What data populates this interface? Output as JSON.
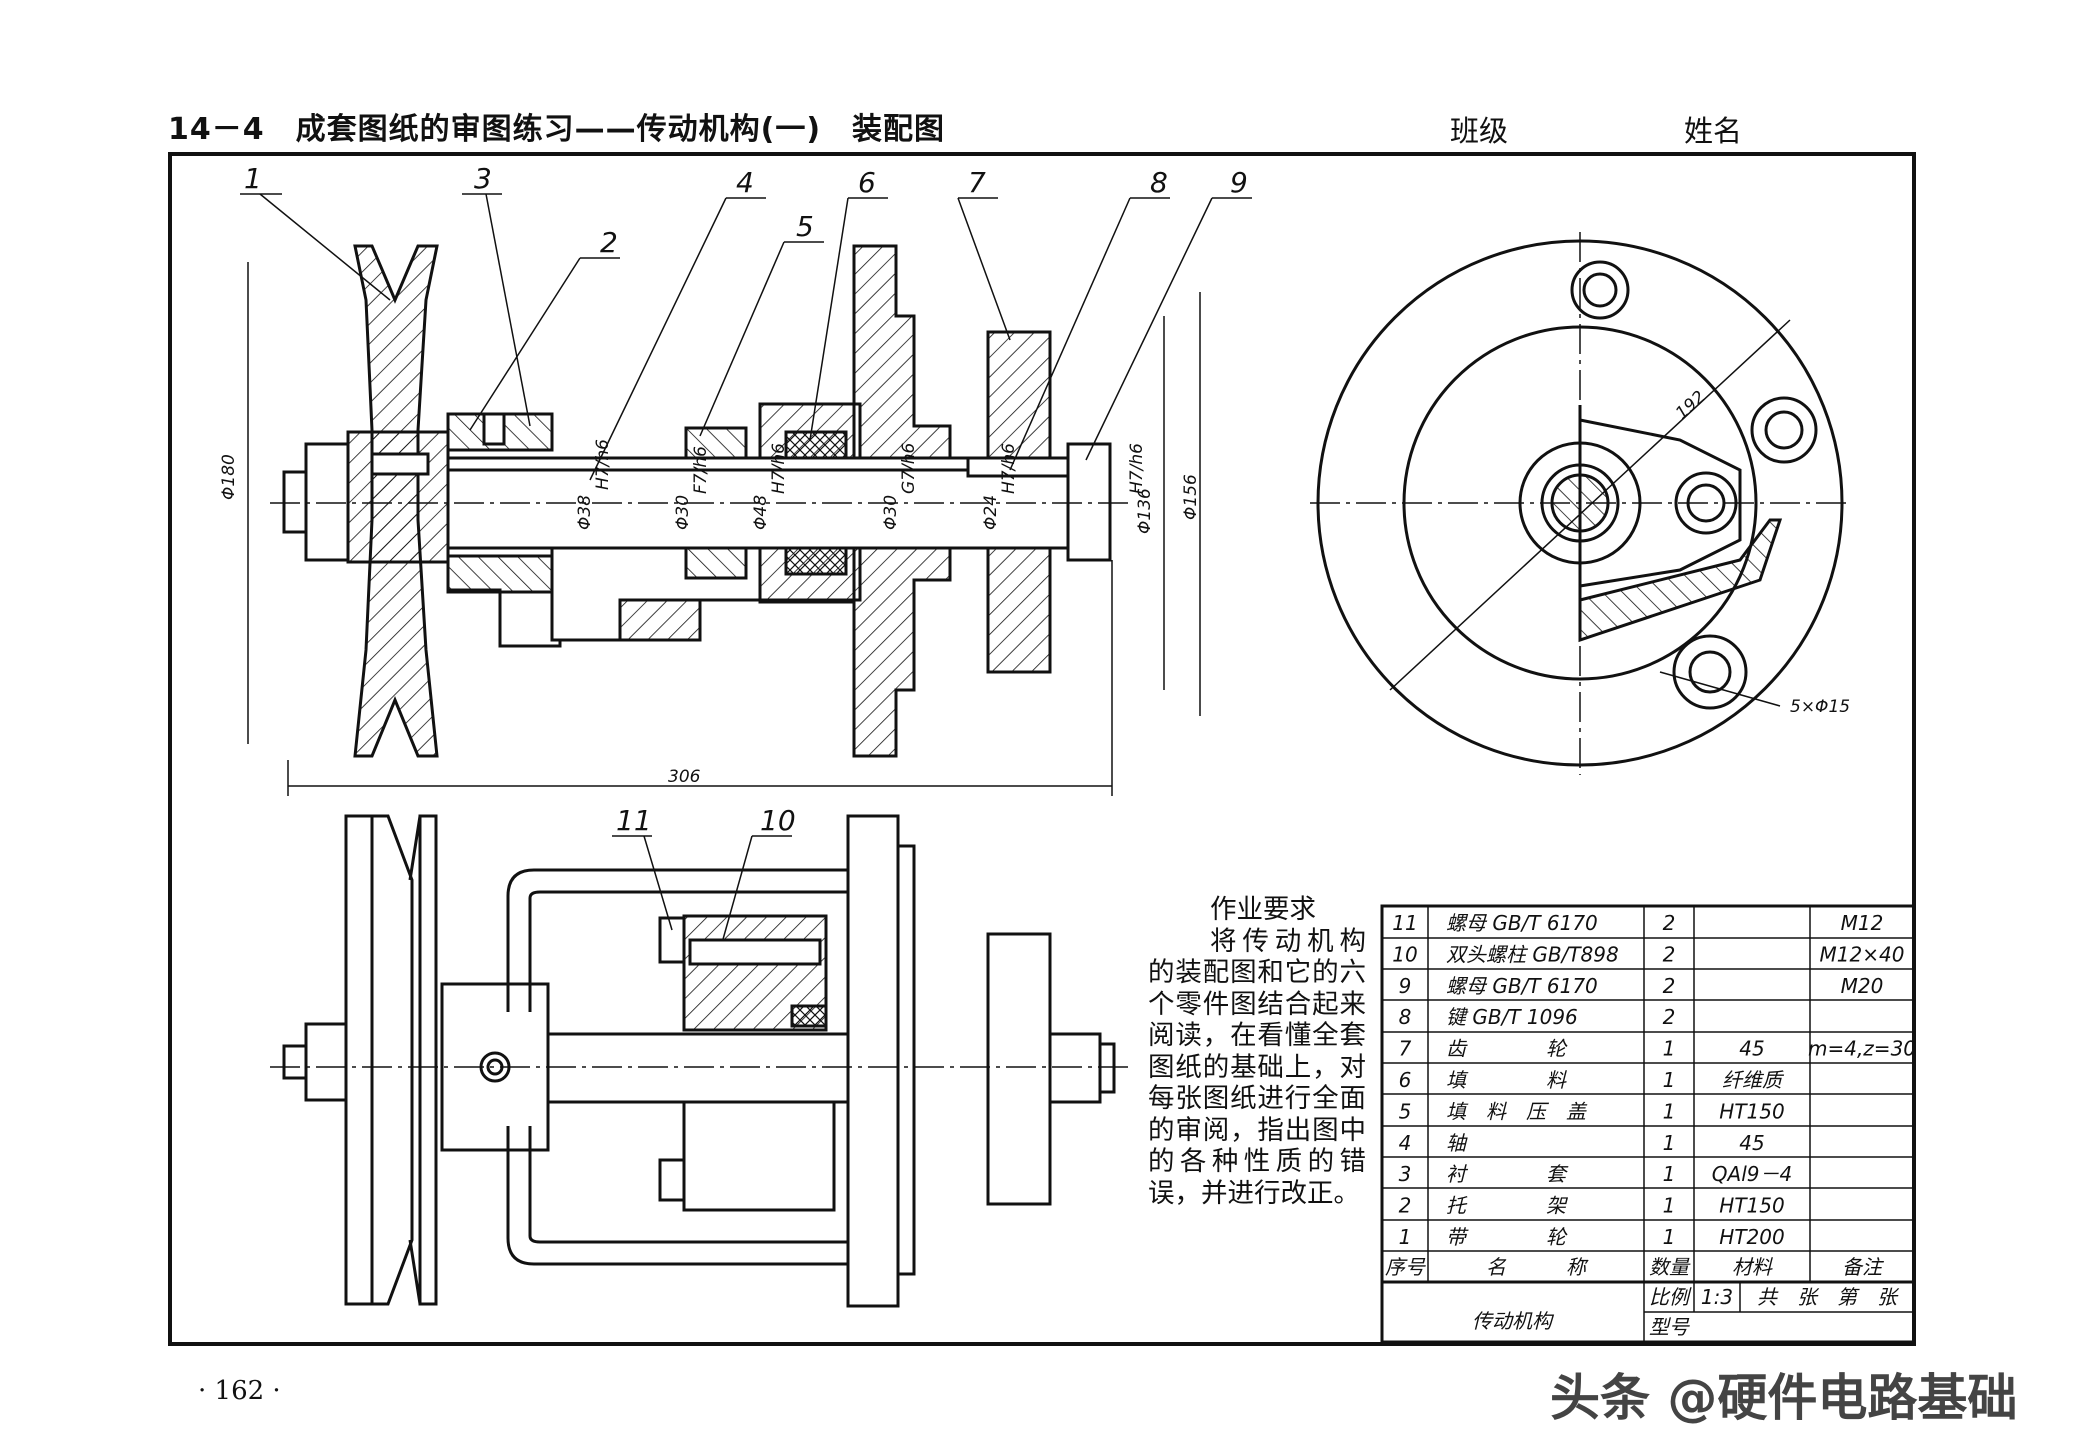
{
  "header": {
    "title": "14－4　成套图纸的审图练习——传动机构(一)　装配图",
    "class_label": "班级",
    "name_label": "姓名"
  },
  "leaders": [
    "1",
    "2",
    "3",
    "4",
    "5",
    "6",
    "7",
    "8",
    "9",
    "10",
    "11"
  ],
  "dims": {
    "d180": "Φ180",
    "d38": "Φ38",
    "d38_fit": "H7/h6",
    "d30_a": "Φ30",
    "d30_a_fit": "F7/h6",
    "d48": "Φ48",
    "d48_fit": "H7/h6",
    "d30_b": "Φ30",
    "d30_b_fit": "G7/h6",
    "d24": "Φ24",
    "d24_fit": "H7/h6",
    "d136": "Φ136",
    "d136_fit": "H7/h6",
    "d156": "Φ156",
    "len306": "306",
    "r192": "192",
    "holes": "5×Φ15"
  },
  "requirement": {
    "title": "作业要求",
    "body": "将传动机构的装配图和它的六个零件图结合起来阅读，在看懂全套图纸的基础上，对每张图纸进行全面的审阅，指出图中的各种性质的错误，并进行改正。"
  },
  "bom": {
    "rows": [
      {
        "no": "11",
        "name": "螺母 GB/T 6170",
        "qty": "2",
        "material": "",
        "note": "M12"
      },
      {
        "no": "10",
        "name": "双头螺柱 GB/T898",
        "qty": "2",
        "material": "",
        "note": "M12×40"
      },
      {
        "no": "9",
        "name": "螺母 GB/T 6170",
        "qty": "2",
        "material": "",
        "note": "M20"
      },
      {
        "no": "8",
        "name": "键 GB/T 1096",
        "qty": "2",
        "material": "",
        "note": ""
      },
      {
        "no": "7",
        "name": "齿　　　　轮",
        "qty": "1",
        "material": "45",
        "note": "m=4,z=30"
      },
      {
        "no": "6",
        "name": "填　　　　料",
        "qty": "1",
        "material": "纤维质",
        "note": ""
      },
      {
        "no": "5",
        "name": "填　料　压　盖",
        "qty": "1",
        "material": "HT150",
        "note": ""
      },
      {
        "no": "4",
        "name": "轴",
        "qty": "1",
        "material": "45",
        "note": ""
      },
      {
        "no": "3",
        "name": "衬　　　　套",
        "qty": "1",
        "material": "QAl9－4",
        "note": ""
      },
      {
        "no": "2",
        "name": "托　　　　架",
        "qty": "1",
        "material": "HT150",
        "note": ""
      },
      {
        "no": "1",
        "name": "带　　　　轮",
        "qty": "1",
        "material": "HT200",
        "note": ""
      }
    ],
    "header": {
      "no": "序号",
      "name": "名　　　称",
      "qty": "数量",
      "material": "材料",
      "note": "备注"
    },
    "title_block": {
      "name": "传动机构",
      "scale_label": "比例",
      "scale_value": "1:3",
      "sheets": "共　张　第　张",
      "model_label": "型号"
    }
  },
  "page_number": "· 162 ·",
  "watermark": "头条 @硬件电路基础"
}
